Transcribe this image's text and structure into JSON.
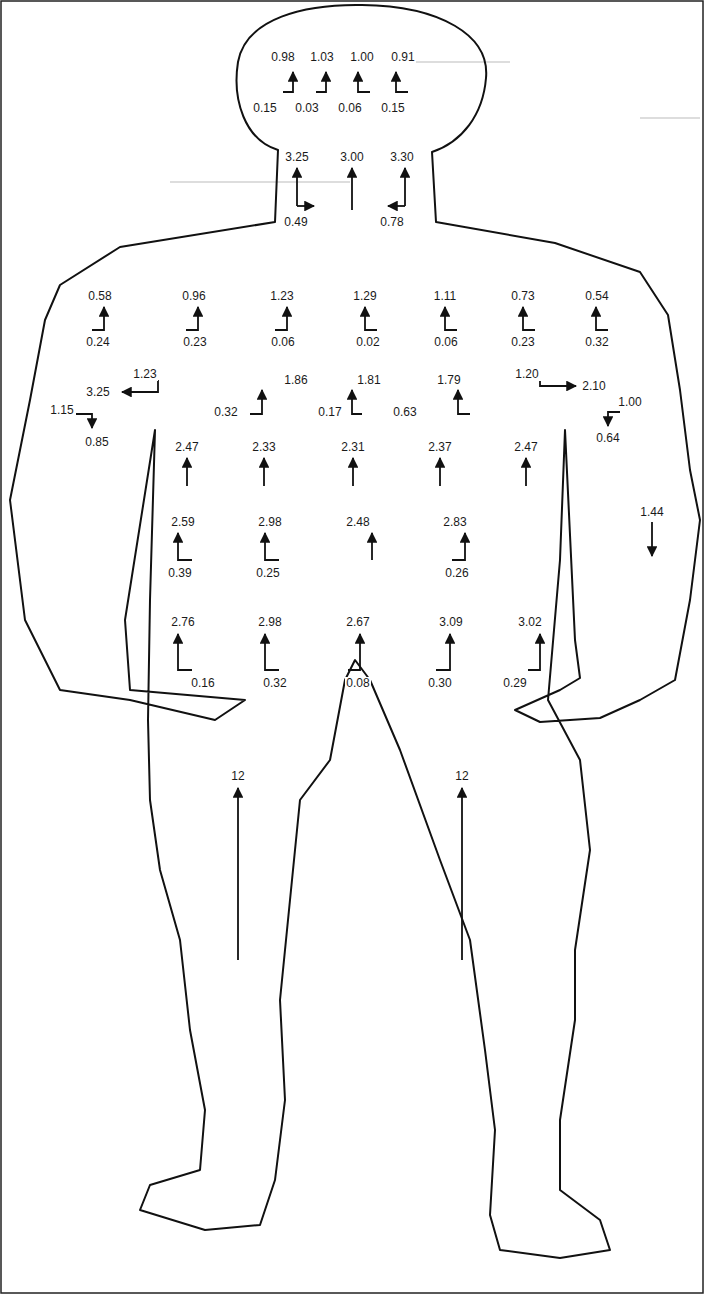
{
  "diagram": {
    "labels": [
      "0.98",
      "1.03",
      "1.00",
      "0.91",
      "0.15",
      "0.03",
      "0.06",
      "0.15",
      "3.25",
      "3.00",
      "3.30",
      "0.49",
      "0.78",
      "0.58",
      "0.96",
      "1.23",
      "1.29",
      "1.11",
      "0.73",
      "0.54",
      "0.24",
      "0.23",
      "0.06",
      "0.02",
      "0.06",
      "0.23",
      "0.32",
      "1.23",
      "1.86",
      "1.81",
      "1.79",
      "1.20",
      "3.25",
      "2.10",
      "1.15",
      "1.00",
      "0.32",
      "0.17",
      "0.63",
      "0.85",
      "0.64",
      "2.47",
      "2.33",
      "2.31",
      "2.37",
      "2.47",
      "1.44",
      "2.59",
      "2.98",
      "2.48",
      "2.83",
      "0.39",
      "0.25",
      "0.26",
      "2.76",
      "2.98",
      "2.67",
      "3.09",
      "3.02",
      "0.16",
      "0.32",
      "0.08",
      "0.30",
      "0.29",
      "12",
      "12"
    ]
  }
}
